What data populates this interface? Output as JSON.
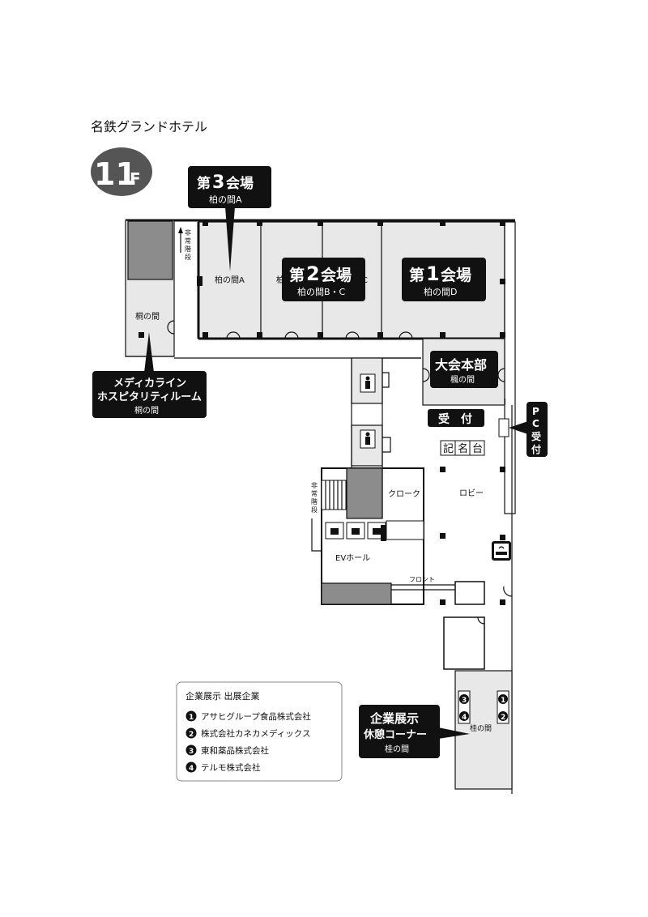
{
  "hotel_name": "名鉄グランドホテル",
  "floor": {
    "number": "11",
    "suffix": "F"
  },
  "callouts": {
    "hall3": {
      "title_a": "第",
      "title_num": "3",
      "title_b": "会場",
      "sub": "柏の間A"
    },
    "hall2": {
      "title_a": "第",
      "title_num": "2",
      "title_b": "会場",
      "sub": "柏の間B・C"
    },
    "hall1": {
      "title_a": "第",
      "title_num": "1",
      "title_b": "会場",
      "sub": "柏の間D"
    },
    "hq": {
      "title": "大会本部",
      "sub": "楓の間"
    },
    "reception": "受　付",
    "pc_reception": [
      "P",
      "C",
      "受",
      "付"
    ],
    "media": {
      "line1": "メディカライン",
      "line2": "ホスピタリティルーム",
      "sub": "桐の間"
    },
    "exhibit": {
      "line1": "企業展示",
      "line2": "休憩コーナー",
      "sub": "桂の間"
    }
  },
  "rooms": {
    "kashiwa_a": "柏の間A",
    "kashiwa_b_prefix": "柏",
    "kashiwa_c_suffix": "C",
    "kiri": "桐の間",
    "katsura": "桂の間",
    "cloak": "クローク",
    "lobby": "ロビー",
    "ev_hall": "EVホール",
    "front": "フロント",
    "registration": [
      "記",
      "名",
      "台"
    ],
    "emergency_stairs_top": [
      "非",
      "常",
      "階",
      "段"
    ],
    "emergency_stairs_left": [
      "非",
      "常",
      "階",
      "段"
    ]
  },
  "legend": {
    "title": "企業展示 出展企業",
    "items": [
      {
        "num": "1",
        "name": "アサヒグループ食品株式会社"
      },
      {
        "num": "2",
        "name": "株式会社カネカメディックス"
      },
      {
        "num": "3",
        "name": "東和薬品株式会社"
      },
      {
        "num": "4",
        "name": "テルモ株式会社"
      }
    ]
  },
  "colors": {
    "dark_fill": "#111111",
    "room_fill": "#e8e8e8",
    "core_fill": "#8c8c8c"
  }
}
